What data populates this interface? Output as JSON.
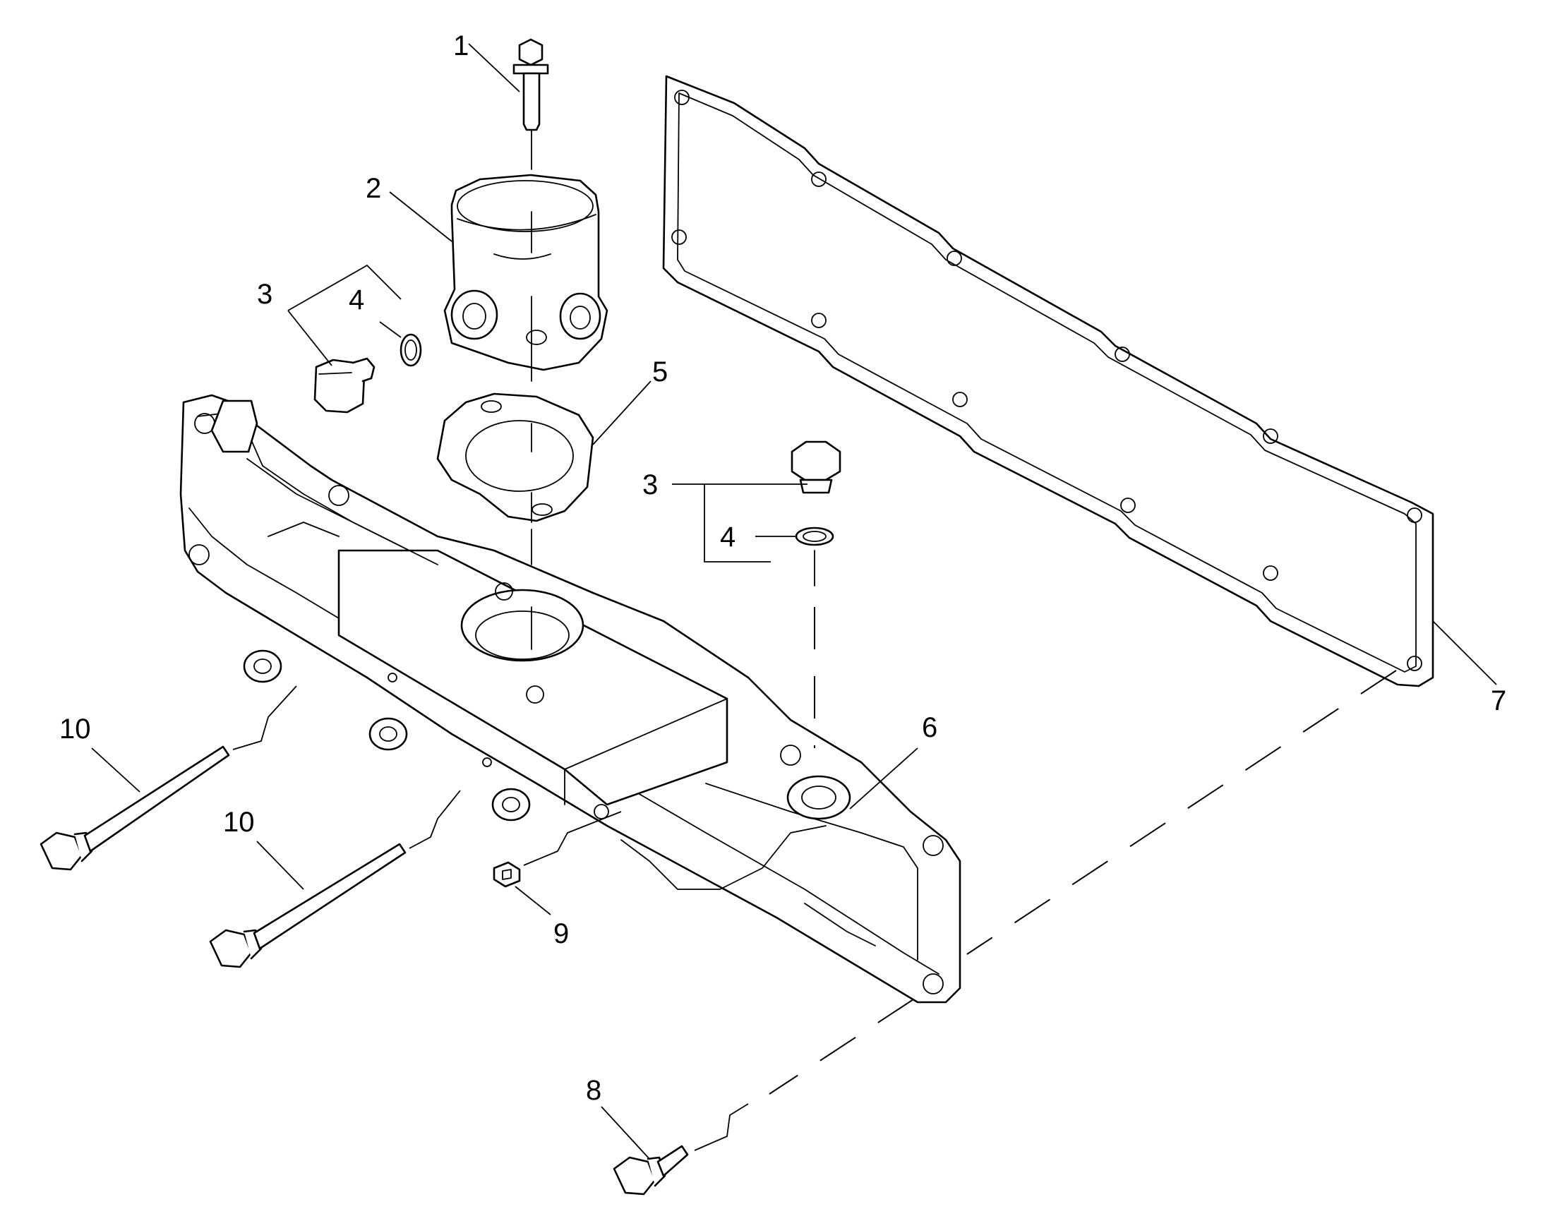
{
  "callouts": [
    {
      "id": "1",
      "label": "1"
    },
    {
      "id": "2",
      "label": "2"
    },
    {
      "id": "3a",
      "label": "3"
    },
    {
      "id": "4a",
      "label": "4"
    },
    {
      "id": "3b",
      "label": "3"
    },
    {
      "id": "4b",
      "label": "4"
    },
    {
      "id": "5",
      "label": "5"
    },
    {
      "id": "6",
      "label": "6"
    },
    {
      "id": "7",
      "label": "7"
    },
    {
      "id": "8",
      "label": "8"
    },
    {
      "id": "9",
      "label": "9"
    },
    {
      "id": "10a",
      "label": "10"
    },
    {
      "id": "10b",
      "label": "10"
    }
  ],
  "colors": {
    "line": "#000000",
    "background": "#ffffff"
  }
}
